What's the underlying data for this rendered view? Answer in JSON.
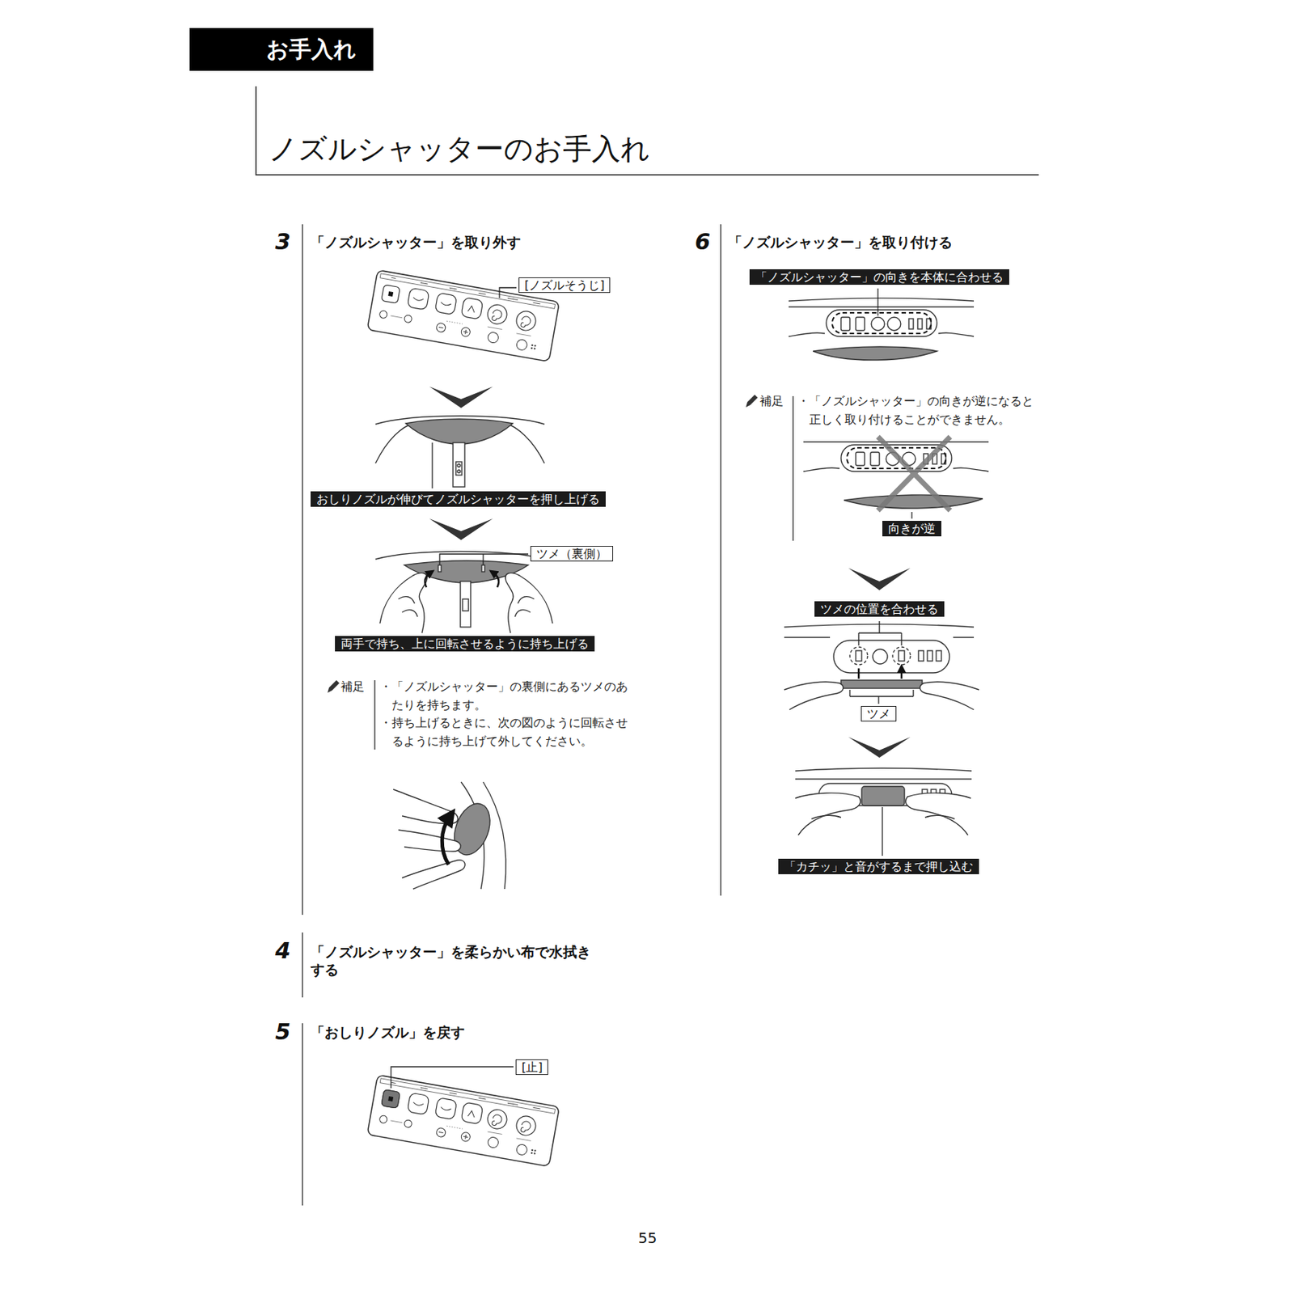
{
  "diagram": {
    "title": "ノズルシャッターのお手入れ",
    "nodes": [
      {
        "text": [
          "お手入れ"
        ]
      },
      {
        "text": [
          "[ノズルそうじ]"
        ]
      },
      {
        "text": [
          "おしりノズルが伸びてノズルシャッターを押し上げる"
        ]
      },
      {
        "text": [
          "ツメ（裏側）"
        ]
      },
      {
        "text": [
          "両手で持ち、上に回転させるように持ち上げる"
        ]
      },
      {
        "text": [
          "[止]"
        ]
      },
      {
        "text": [
          "「ノズルシャッター」の向きを本体に合わせる"
        ]
      },
      {
        "text": [
          "向きが逆"
        ]
      },
      {
        "text": [
          "ツメの位置を合わせる"
        ]
      },
      {
        "text": [
          "ツメ"
        ]
      },
      {
        "text": [
          "「カチッ」と音がするまで押し込む"
        ]
      }
    ],
    "labels": [
      "3",
      "「ノズルシャッター」を取り外す",
      "補足",
      "・「ノズルシャッター」の裏側にあるツメのあたりを持ちます。",
      "・持ち上げるときに、次の図のように回転させるように持ち上げて外してください。",
      "4",
      "「ノズルシャッター」を柔らかい布で水拭きする",
      "5",
      "「おしりノズル」を戻す",
      "6",
      "「ノズルシャッター」を取り付ける",
      "補足",
      "・「ノズルシャッター」の向きが逆になると正しく取り付けることができません。",
      "55"
    ]
  }
}
